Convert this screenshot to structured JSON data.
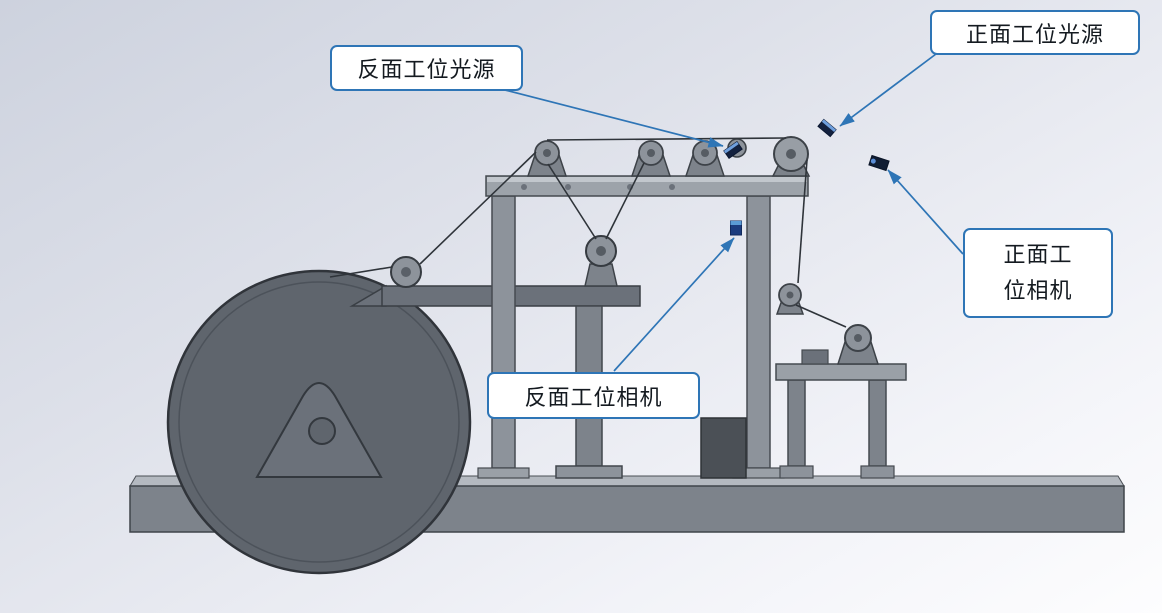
{
  "callouts": {
    "back_light": "反面工位光源",
    "front_light": "正面工位光源",
    "front_camera_line1": "正面工",
    "front_camera_line2": "位相机",
    "back_camera": "反面工位相机"
  },
  "colors": {
    "callout_border": "#2e75b6",
    "leader_line": "#2e75b6",
    "machine_metal_dark": "#5f656d",
    "machine_metal_mid": "#7d838b",
    "machine_metal_light": "#9da3aa",
    "component_blue": "#1c3c7e",
    "background_top": "#cdd2de",
    "background_bottom": "#fafbfd"
  }
}
